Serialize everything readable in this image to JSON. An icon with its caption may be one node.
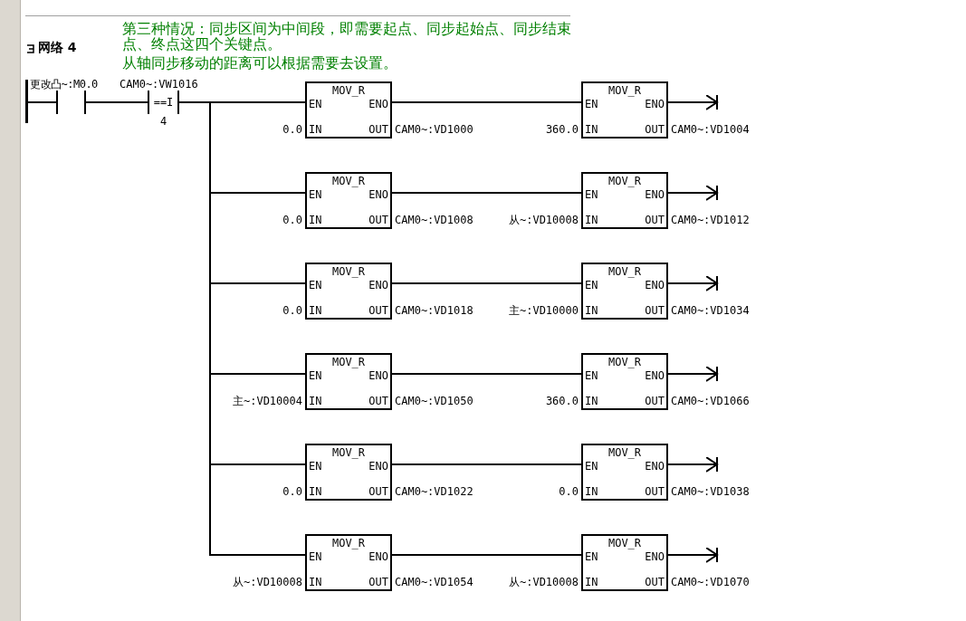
{
  "diagram": {
    "title": "网络 4",
    "nodes": [
      {
        "text": [],
        "shape": "bar"
      },
      {
        "text": [],
        "shape": "contact",
        "beside": [
          "更改凸~:M0.0"
        ]
      },
      {
        "text": [
          "==I"
        ],
        "beside": [
          "CAM0~:VW1016",
          "4"
        ]
      },
      {
        "text": [
          "MOV_R",
          "EN",
          "ENO",
          "IN",
          "OUT"
        ],
        "beside": [
          "0.0",
          "CAM0~:VD1000"
        ]
      },
      {
        "text": [
          "MOV_R",
          "EN",
          "ENO",
          "IN",
          "OUT"
        ],
        "beside": [
          "360.0",
          "CAM0~:VD1004"
        ]
      },
      {
        "text": [
          "MOV_R",
          "EN",
          "ENO",
          "IN",
          "OUT"
        ],
        "beside": [
          "0.0",
          "CAM0~:VD1008"
        ]
      },
      {
        "text": [
          "MOV_R",
          "EN",
          "ENO",
          "IN",
          "OUT"
        ],
        "beside": [
          "从~:VD10008",
          "CAM0~:VD1012"
        ]
      },
      {
        "text": [
          "MOV_R",
          "EN",
          "ENO",
          "IN",
          "OUT"
        ],
        "beside": [
          "0.0",
          "CAM0~:VD1018"
        ]
      },
      {
        "text": [
          "MOV_R",
          "EN",
          "ENO",
          "IN",
          "OUT"
        ],
        "beside": [
          "主~:VD10000",
          "CAM0~:VD1034"
        ]
      },
      {
        "text": [
          "MOV_R",
          "EN",
          "ENO",
          "IN",
          "OUT"
        ],
        "beside": [
          "主~:VD10004",
          "CAM0~:VD1050"
        ]
      },
      {
        "text": [
          "MOV_R",
          "EN",
          "ENO",
          "IN",
          "OUT"
        ],
        "beside": [
          "360.0",
          "CAM0~:VD1066"
        ]
      },
      {
        "text": [
          "MOV_R",
          "EN",
          "ENO",
          "IN",
          "OUT"
        ],
        "beside": [
          "0.0",
          "CAM0~:VD1022"
        ]
      },
      {
        "text": [
          "MOV_R",
          "EN",
          "ENO",
          "IN",
          "OUT"
        ],
        "beside": [
          "0.0",
          "CAM0~:VD1038"
        ]
      },
      {
        "text": [
          "MOV_R",
          "EN",
          "ENO",
          "IN",
          "OUT"
        ],
        "beside": [
          "从~:VD10008",
          "CAM0~:VD1054"
        ]
      },
      {
        "text": [
          "MOV_R",
          "EN",
          "ENO",
          "IN",
          "OUT"
        ],
        "beside": [
          "从~:VD10008",
          "CAM0~:VD1070"
        ]
      }
    ],
    "edges": [
      {
        "from": 0,
        "to": 1,
        "arrow": "none"
      },
      {
        "from": 1,
        "to": 2,
        "arrow": "none"
      },
      {
        "from": 2,
        "to": 3,
        "arrow": "none"
      },
      {
        "from": 3,
        "to": 4,
        "arrow": "none"
      },
      {
        "from": 4,
        "to": null,
        "arrow": "to"
      },
      {
        "from": 2,
        "to": 5,
        "arrow": "none"
      },
      {
        "from": 5,
        "to": 6,
        "arrow": "none"
      },
      {
        "from": 6,
        "to": null,
        "arrow": "to"
      },
      {
        "from": 2,
        "to": 7,
        "arrow": "none"
      },
      {
        "from": 7,
        "to": 8,
        "arrow": "none"
      },
      {
        "from": 8,
        "to": null,
        "arrow": "to"
      },
      {
        "from": 2,
        "to": 9,
        "arrow": "none"
      },
      {
        "from": 9,
        "to": 10,
        "arrow": "none"
      },
      {
        "from": 10,
        "to": null,
        "arrow": "to"
      },
      {
        "from": 2,
        "to": 11,
        "arrow": "none"
      },
      {
        "from": 11,
        "to": 12,
        "arrow": "none"
      },
      {
        "from": 12,
        "to": null,
        "arrow": "to"
      },
      {
        "from": 2,
        "to": 13,
        "arrow": "none"
      },
      {
        "from": 13,
        "to": 14,
        "arrow": "none"
      },
      {
        "from": 14,
        "to": null,
        "arrow": "to"
      }
    ],
    "labels": [
      "第三种情况：同步区间为中间段，即需要起点、同步起始点、同步结束点、终点这四个关键点。",
      "从轴同步移动的距离可以根据需要去设置。"
    ]
  }
}
